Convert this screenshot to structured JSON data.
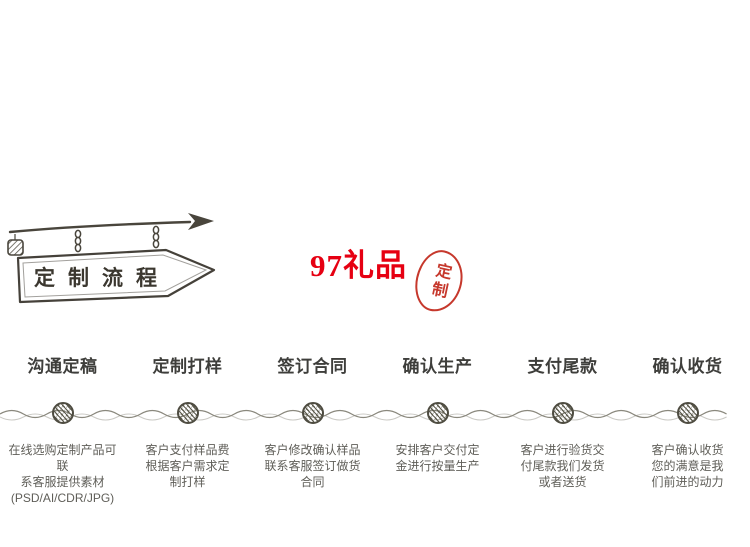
{
  "sign": {
    "label": "定制流程"
  },
  "brand": {
    "name": "97礼品",
    "seal": "定制"
  },
  "colors": {
    "brand_red": "#e60012",
    "seal_red": "#c6382c",
    "sketch_ink": "#49453c",
    "title_text": "#3e3e3b",
    "body_text": "#5f5e58"
  },
  "process": {
    "steps": [
      {
        "title": "沟通定稿",
        "desc": "在线选购定制产品可联\n系客服提供素材\n(PSD/AI/CDR/JPG)"
      },
      {
        "title": "定制打样",
        "desc": "客户支付样品费\n根据客户需求定\n制打样"
      },
      {
        "title": "签订合同",
        "desc": "客户修改确认样品\n联系客服签订做货\n合同"
      },
      {
        "title": "确认生产",
        "desc": "安排客户交付定\n金进行按量生产"
      },
      {
        "title": "支付尾款",
        "desc": "客户进行验货交\n付尾款我们发货\n或者送货"
      },
      {
        "title": "确认收货",
        "desc": "客户确认收货\n您的满意是我\n们前进的动力"
      }
    ]
  }
}
